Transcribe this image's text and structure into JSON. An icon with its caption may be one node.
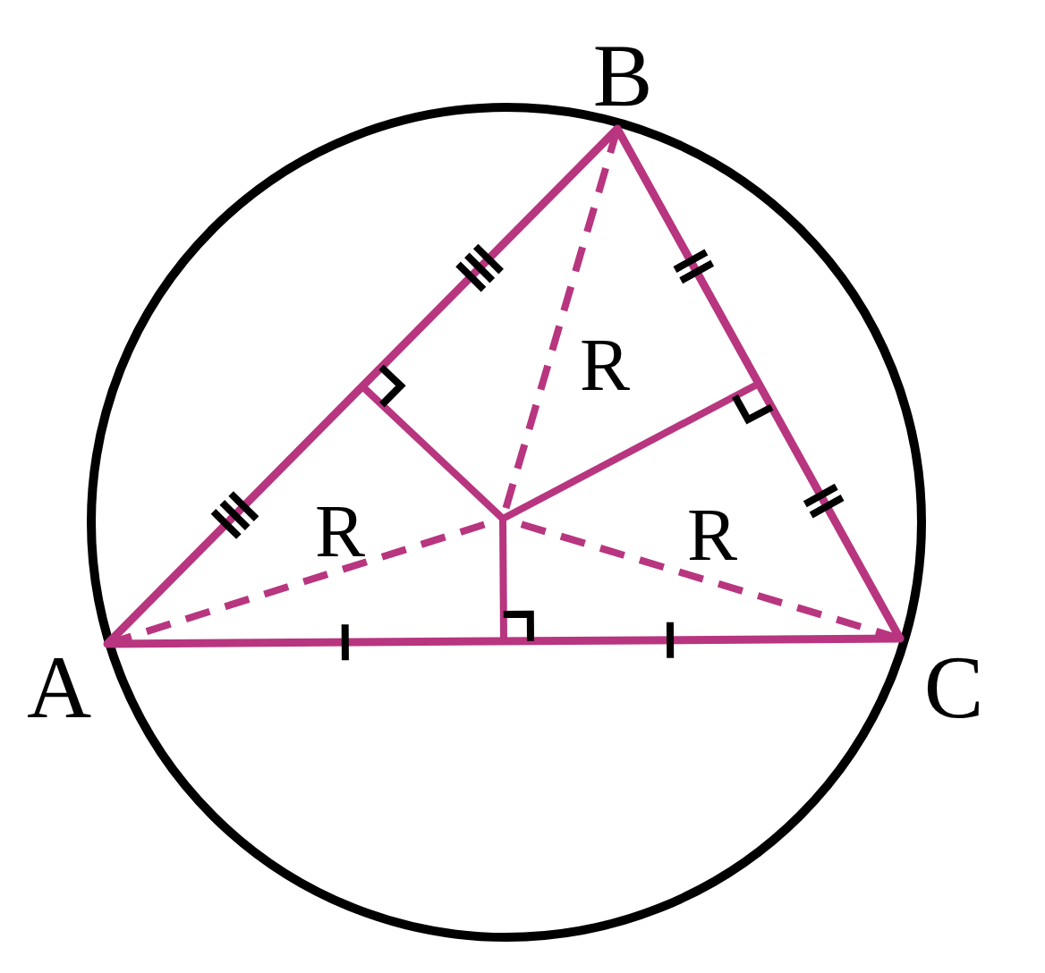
{
  "diagram": {
    "labels": [
      "B",
      "R",
      "R",
      "R",
      "A",
      "C"
    ]
  }
}
